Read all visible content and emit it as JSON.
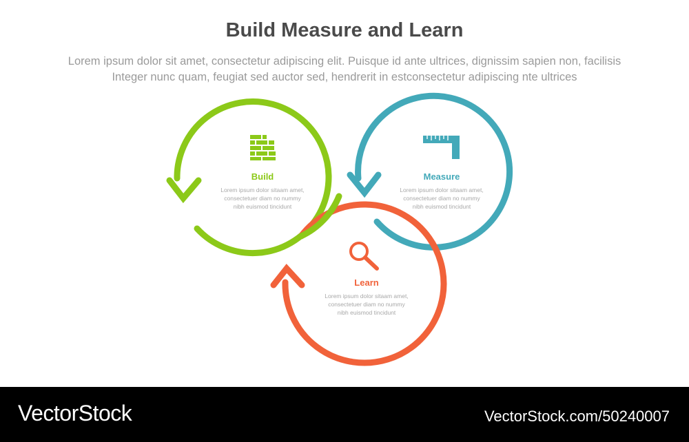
{
  "header": {
    "title": "Build Measure and Learn",
    "subtitle_line1": "Lorem ipsum dolor sit amet, consectetur adipiscing elit. Puisque id ante ultrices, dignissim sapien non, facilisis",
    "subtitle_line2": "Integer nunc quam, feugiat sed auctor sed, hendrerit in estconsectetur adipiscing nte ultrices"
  },
  "nodes": {
    "build": {
      "label": "Build",
      "color": "#8cc919",
      "icon": "brick-wall-icon",
      "desc1": "Lorem ipsum dolor sitaam amet,",
      "desc2": "consectetuer diam no nummy",
      "desc3": "nibh euismod tincidunt"
    },
    "measure": {
      "label": "Measure",
      "color": "#43a9b9",
      "icon": "ruler-icon",
      "desc1": "Lorem ipsum dolor sitaam amet,",
      "desc2": "consectetuer diam no nummy",
      "desc3": "nibh euismod tincidunt"
    },
    "learn": {
      "label": "Learn",
      "color": "#f1623a",
      "icon": "magnifier-icon",
      "desc1": "Lorem ipsum dolor sitaam amet,",
      "desc2": "consectetuer diam no nummy",
      "desc3": "nibh euismod tincidunt"
    }
  },
  "footer": {
    "brand": "VectorStock",
    "url": "VectorStock.com/50240007"
  }
}
